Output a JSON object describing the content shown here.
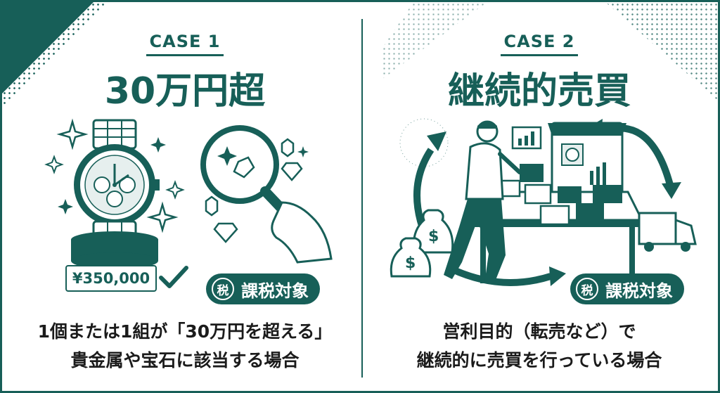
{
  "left": {
    "case_label": "CASE 1",
    "title": "30万円超",
    "price": "¥350,000",
    "badge_icon_char": "税",
    "badge_text": "課税対象",
    "caption_line1": "1個または1組が「30万円を超える」",
    "caption_line2": "貴金属や宝石に該当する場合"
  },
  "right": {
    "case_label": "CASE 2",
    "title": "継続的売買",
    "badge_icon_char": "税",
    "badge_text": "課税対象",
    "caption_line1": "営利目的（転売など）で",
    "caption_line2": "継続的に売買を行っている場合"
  },
  "colors": {
    "primary": "#175f58",
    "text": "#1b1b1b",
    "background": "#ffffff"
  },
  "icons": [
    "watch-icon",
    "magnifier-icon",
    "diamond-icon",
    "sparkle-icon",
    "check-icon",
    "tax-icon",
    "money-bag-icon",
    "truck-icon",
    "shop-screen-icon",
    "cycle-arrow-icon",
    "person-icon"
  ]
}
